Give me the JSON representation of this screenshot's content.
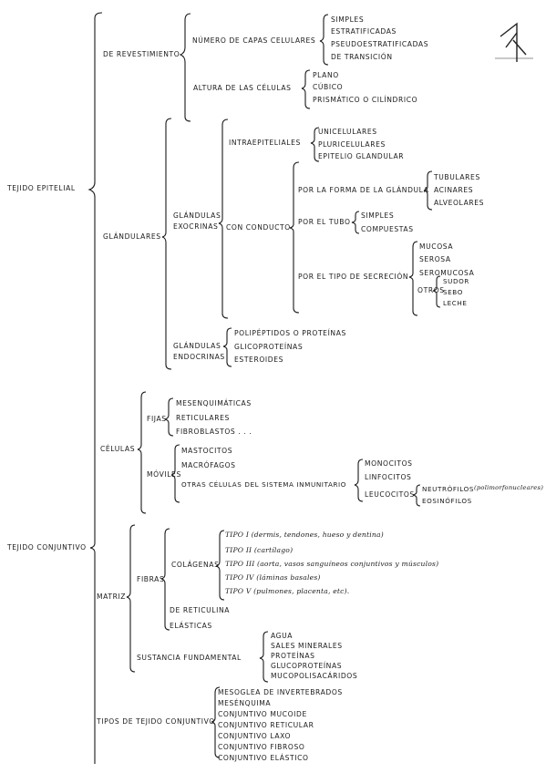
{
  "tejido_epitelial": {
    "label": "TEJIDO EPITELIAL",
    "revestimiento": {
      "label": "DE REVESTIMIENTO",
      "numero_capas": {
        "label": "NÚMERO DE CAPAS CELULARES",
        "items": [
          "SIMPLES",
          "ESTRATIFICADAS",
          "PSEUDOESTRATIFICADAS",
          "DE TRANSICIÓN"
        ]
      },
      "altura": {
        "label": "ALTURA DE LAS CÉLULAS",
        "items": [
          "PLANO",
          "CÚBICO",
          "PRISMÁTICO O CILÍNDRICO"
        ]
      }
    },
    "glandulares": {
      "label": "GLÁNDULARES",
      "exocrinas": {
        "label_1": "GLÁNDULAS",
        "label_2": "EXOCRINAS",
        "intraepiteliales": {
          "label": "INTRAEPITELIALES",
          "items": [
            "UNICELULARES",
            "PLURICELULARES",
            "EPITELIO GLANDULAR"
          ]
        },
        "con_conducto": {
          "label": "CON CONDUCTO",
          "forma": {
            "label": "POR LA FORMA DE LA GLÁNDULA",
            "items": [
              "TUBULARES",
              "ACINARES",
              "ALVEOLARES"
            ]
          },
          "tubo": {
            "label": "POR EL TUBO",
            "items": [
              "SIMPLES",
              "COMPUESTAS"
            ]
          },
          "secrecion": {
            "label": "POR EL TIPO DE SECRECIÓN",
            "items": [
              "MUCOSA",
              "SEROSA",
              "SEROMUCOSA"
            ],
            "otros": {
              "label": "OTROS",
              "items": [
                "SUDOR",
                "SEBO",
                "LECHE"
              ]
            }
          }
        }
      },
      "endocrinas": {
        "label_1": "GLÁNDULAS",
        "label_2": "ENDOCRINAS",
        "items": [
          "POLIPÉPTIDOS O PROTEÍNAS",
          "GLICOPROTEÍNAS",
          "ESTEROIDES"
        ]
      }
    }
  },
  "tejido_conjuntivo": {
    "label": "TEJIDO CONJUNTIVO",
    "celulas": {
      "label": "CÉLULAS",
      "fijas": {
        "label": "FIJAS",
        "items": [
          "MESENQUIMÁTICAS",
          "RETICULARES",
          "FIBROBLASTOS . . ."
        ]
      },
      "moviles": {
        "label": "MÓVILES",
        "items": [
          "MASTOCITOS",
          "MACRÓFAGOS",
          "OTRAS CÉLULAS DEL SISTEMA INMUNITARIO"
        ],
        "inmune_items": [
          "MONOCITOS",
          "LINFOCITOS",
          "LEUCOCITOS"
        ],
        "leucocitos_items": [
          "NEUTRÓFILOS",
          "EOSINÓFILOS"
        ],
        "neutrofilos_note": "(polimorfonucleares)"
      }
    },
    "matriz": {
      "label": "MATRIZ",
      "fibras": {
        "label": "FIBRAS",
        "colagenas": {
          "label": "COLÁGENAS",
          "items": [
            "TIPO I (dermis, tendones, hueso y dentina)",
            "TIPO II (cartílago)",
            "TIPO III (aorta, vasos sanguíneos conjuntivos y músculos)",
            "TIPO IV (láminas basales)",
            "TIPO V (pulmones, placenta, etc)."
          ]
        },
        "reticulina": "DE RETICULINA",
        "elasticas": "ELÁSTICAS"
      },
      "sustancia": {
        "label": "SUSTANCIA FUNDAMENTAL",
        "items": [
          "AGUA",
          "SALES MINERALES",
          "PROTEÍNAS",
          "GLUCOPROTEÍNAS",
          "MUCOPOLISACÁRIDOS"
        ]
      }
    },
    "tipos": {
      "label": "TIPOS DE TEJIDO CONJUNTIVO",
      "items": [
        "MESOGLEA DE INVERTEBRADOS",
        "MESÉNQUIMA",
        "CONJUNTIVO MUCOIDE",
        "CONJUNTIVO RETICULAR",
        "CONJUNTIVO LAXO",
        "CONJUNTIVO FIBROSO",
        "CONJUNTIVO ELÁSTICO"
      ]
    }
  }
}
